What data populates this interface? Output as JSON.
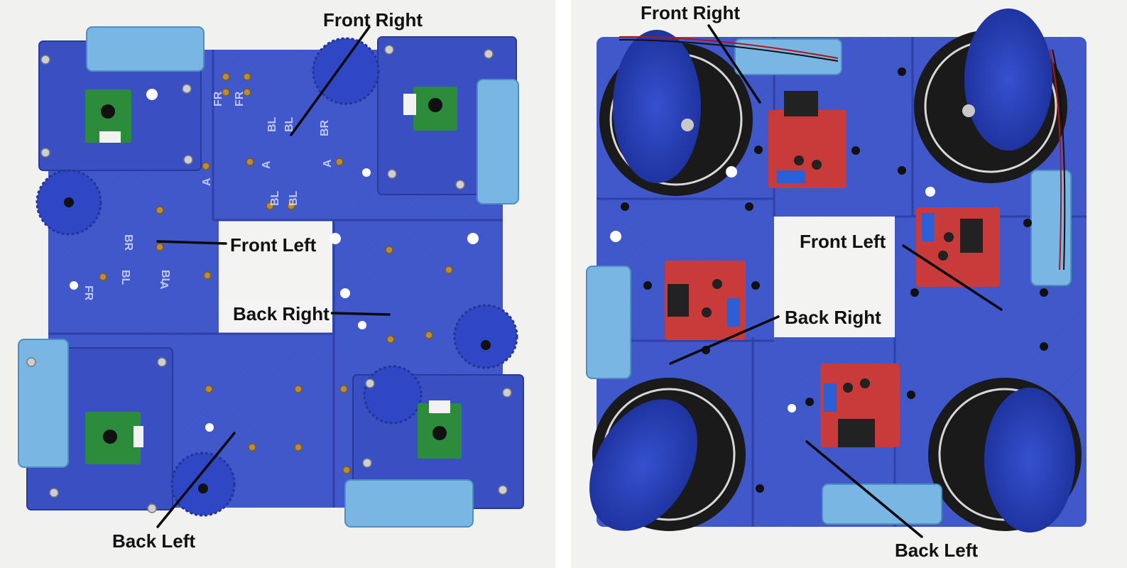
{
  "left_photo": {
    "labels": {
      "front_right": "Front Right",
      "front_left": "Front Left",
      "back_right": "Back Right",
      "back_left": "Back Left"
    },
    "board_engravings": [
      "FR",
      "FR",
      "BR",
      "BL",
      "BL",
      "A",
      "A",
      "A",
      "BL",
      "BL",
      "BR",
      "BL",
      "BL",
      "A",
      "FR"
    ]
  },
  "right_photo": {
    "labels": {
      "front_right": "Front Right",
      "front_left": "Front Left",
      "back_right": "Back Right",
      "back_left": "Back Left"
    }
  },
  "colors": {
    "background": "#ffffff",
    "plate_blue": "#3f55c9",
    "plate_blue_dark": "#2f40a6",
    "motor_light_blue": "#7ab7e6",
    "sensor_pcb_green": "#2d8c3c",
    "driver_pcb_red": "#c93a3a",
    "tire_black": "#1a1a1a",
    "label_text": "#111111"
  }
}
